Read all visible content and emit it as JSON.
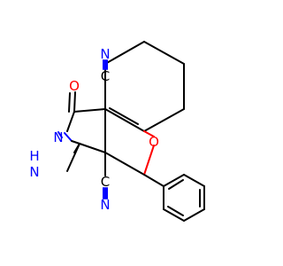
{
  "colors": {
    "carbon": "#000000",
    "nitrogen": "#0000ff",
    "oxygen": "#ff0000",
    "background": "#ffffff"
  },
  "atoms": {
    "nitrile_c_top": "C",
    "nitrile_n_top": "N",
    "carbonyl_o": "O",
    "imine_n": "N",
    "amino_h": "H",
    "amino_n": "N",
    "nitrile_c_bottom": "C",
    "nitrile_n_bottom": "N",
    "ring_o": "O"
  }
}
